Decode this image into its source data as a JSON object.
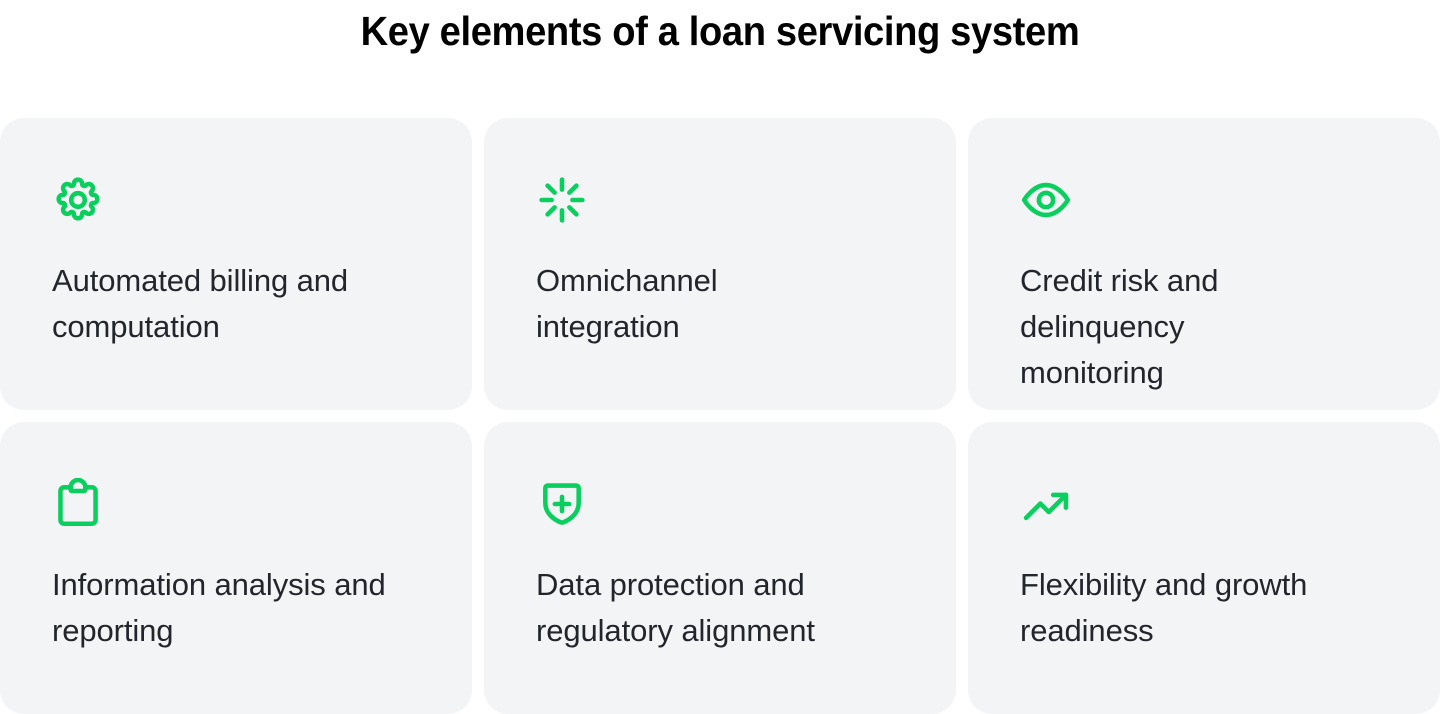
{
  "page": {
    "title": "Key elements of a loan servicing system",
    "background_color": "#FFFFFF",
    "accent_color": "#0ACF5F",
    "card_background_color": "#F3F4F6",
    "text_color": "#22262B"
  },
  "cards": [
    {
      "icon": "gear-icon",
      "label": "Automated billing and computation"
    },
    {
      "icon": "loader-rays-icon",
      "label": "Omnichannel integration"
    },
    {
      "icon": "eye-icon",
      "label": "Credit risk and delinquency monitoring"
    },
    {
      "icon": "clipboard-icon",
      "label": "Information analysis and reporting"
    },
    {
      "icon": "shield-plus-icon",
      "label": "Data protection and regulatory alignment"
    },
    {
      "icon": "trending-up-icon",
      "label": "Flexibility and growth readiness"
    }
  ]
}
